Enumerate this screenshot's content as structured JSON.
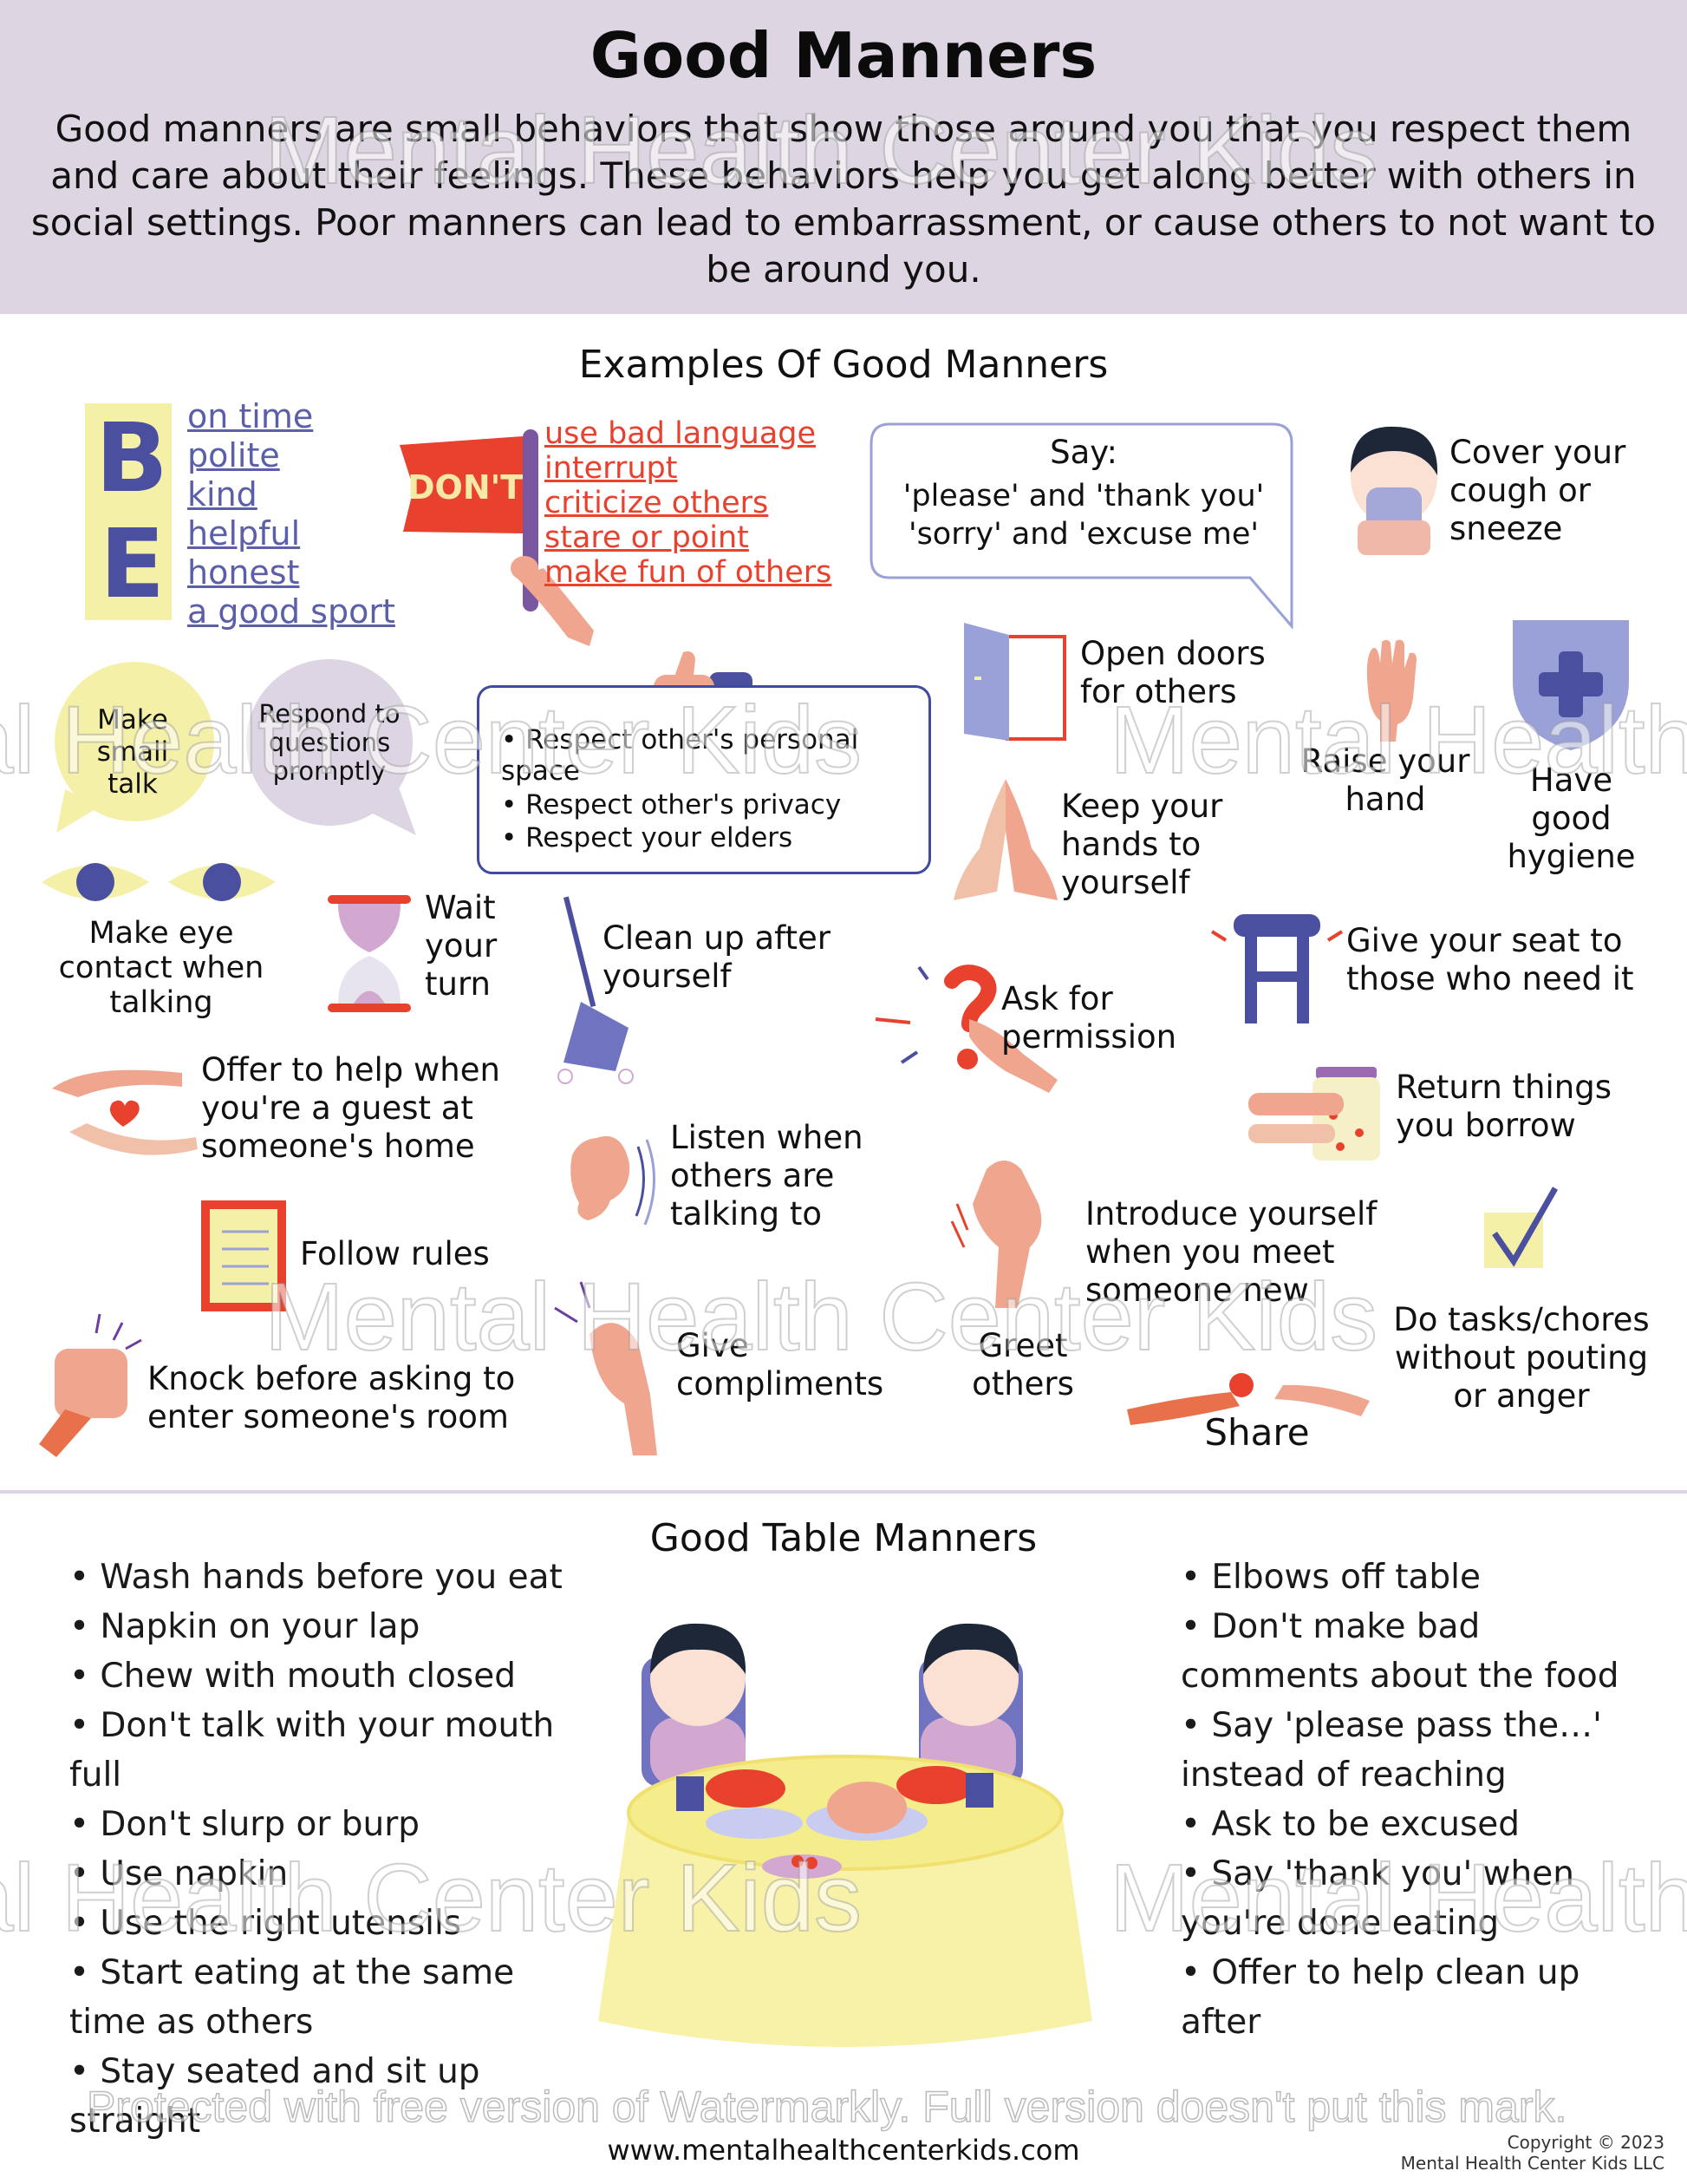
{
  "header": {
    "title": "Good Manners",
    "intro": "Good manners are small behaviors that show those around you that you respect them and care about their feelings. These behaviors help you get along better with others in social settings.  Poor manners can lead to embarrassment, or cause others to not want to be around you."
  },
  "examples": {
    "heading": "Examples Of Good Manners",
    "be": {
      "letter_b": "B",
      "letter_e": "E",
      "items": [
        "on time",
        "polite",
        "kind",
        "helpful",
        "honest",
        "a good sport"
      ]
    },
    "dont": {
      "flag": "DON'T",
      "items": [
        "use bad language",
        "interrupt",
        "criticize others",
        "stare or point",
        "make fun of others"
      ]
    },
    "say": {
      "title": "Say:",
      "line1": "'please' and 'thank you'",
      "line2": "'sorry' and 'excuse me'"
    },
    "cover": "Cover your cough or sneeze",
    "respect_box": [
      "Respect other's personal space",
      "Respect other's privacy",
      "Respect your elders"
    ],
    "small_talk": "Make small talk",
    "respond": "Respond to questions promptly",
    "open_doors": "Open doors for others",
    "raise_hand": "Raise your hand",
    "hygiene": "Have good hygiene",
    "keep_hands": "Keep your hands to yourself",
    "eye_contact": "Make eye contact when talking",
    "wait_turn": "Wait your turn",
    "clean_up": "Clean up after yourself",
    "ask_permission": "Ask for permission",
    "give_seat": "Give your seat to those who need it",
    "offer_help": "Offer to help when you're a guest at someone's home",
    "listen": "Listen when others are talking to",
    "return_things": "Return things you borrow",
    "introduce": "Introduce yourself when you meet someone new",
    "follow_rules": "Follow rules",
    "tasks": "Do tasks/chores without pouting or anger",
    "knock": "Knock before asking to enter someone's room",
    "compliments": "Give compliments",
    "greet": "Greet others",
    "share": "Share"
  },
  "table": {
    "heading": "Good Table Manners",
    "left": [
      "Wash hands before you eat",
      "Napkin on your lap",
      "Chew with mouth closed",
      "Don't talk with your mouth full",
      "Don't slurp or burp",
      "Use napkin",
      "Use the right utensils",
      "Start eating at the same time as others",
      "Stay seated and sit up straight"
    ],
    "right": [
      "Elbows off table",
      "Don't make bad comments about the food",
      "Say 'please pass the…' instead of reaching",
      "Ask to be excused",
      "Say 'thank you' when you're done eating",
      "Offer to help clean up after"
    ]
  },
  "footer": {
    "website": "www.mentalhealthcenterkids.com",
    "copyright": "Copyright © 2023",
    "company": "Mental Health Center Kids LLC",
    "watermark_notice": "Protected with free version of Watermarkly. Full version doesn't put this mark."
  },
  "watermark": {
    "text": "Mental Health Center Kids"
  },
  "colors": {
    "header_bg": "#ded5e3",
    "blue_accent": "#5b5fa8",
    "red_accent": "#e8412e",
    "yellow_accent": "#f5f0a8",
    "purple_accent": "#ddd5e3"
  }
}
